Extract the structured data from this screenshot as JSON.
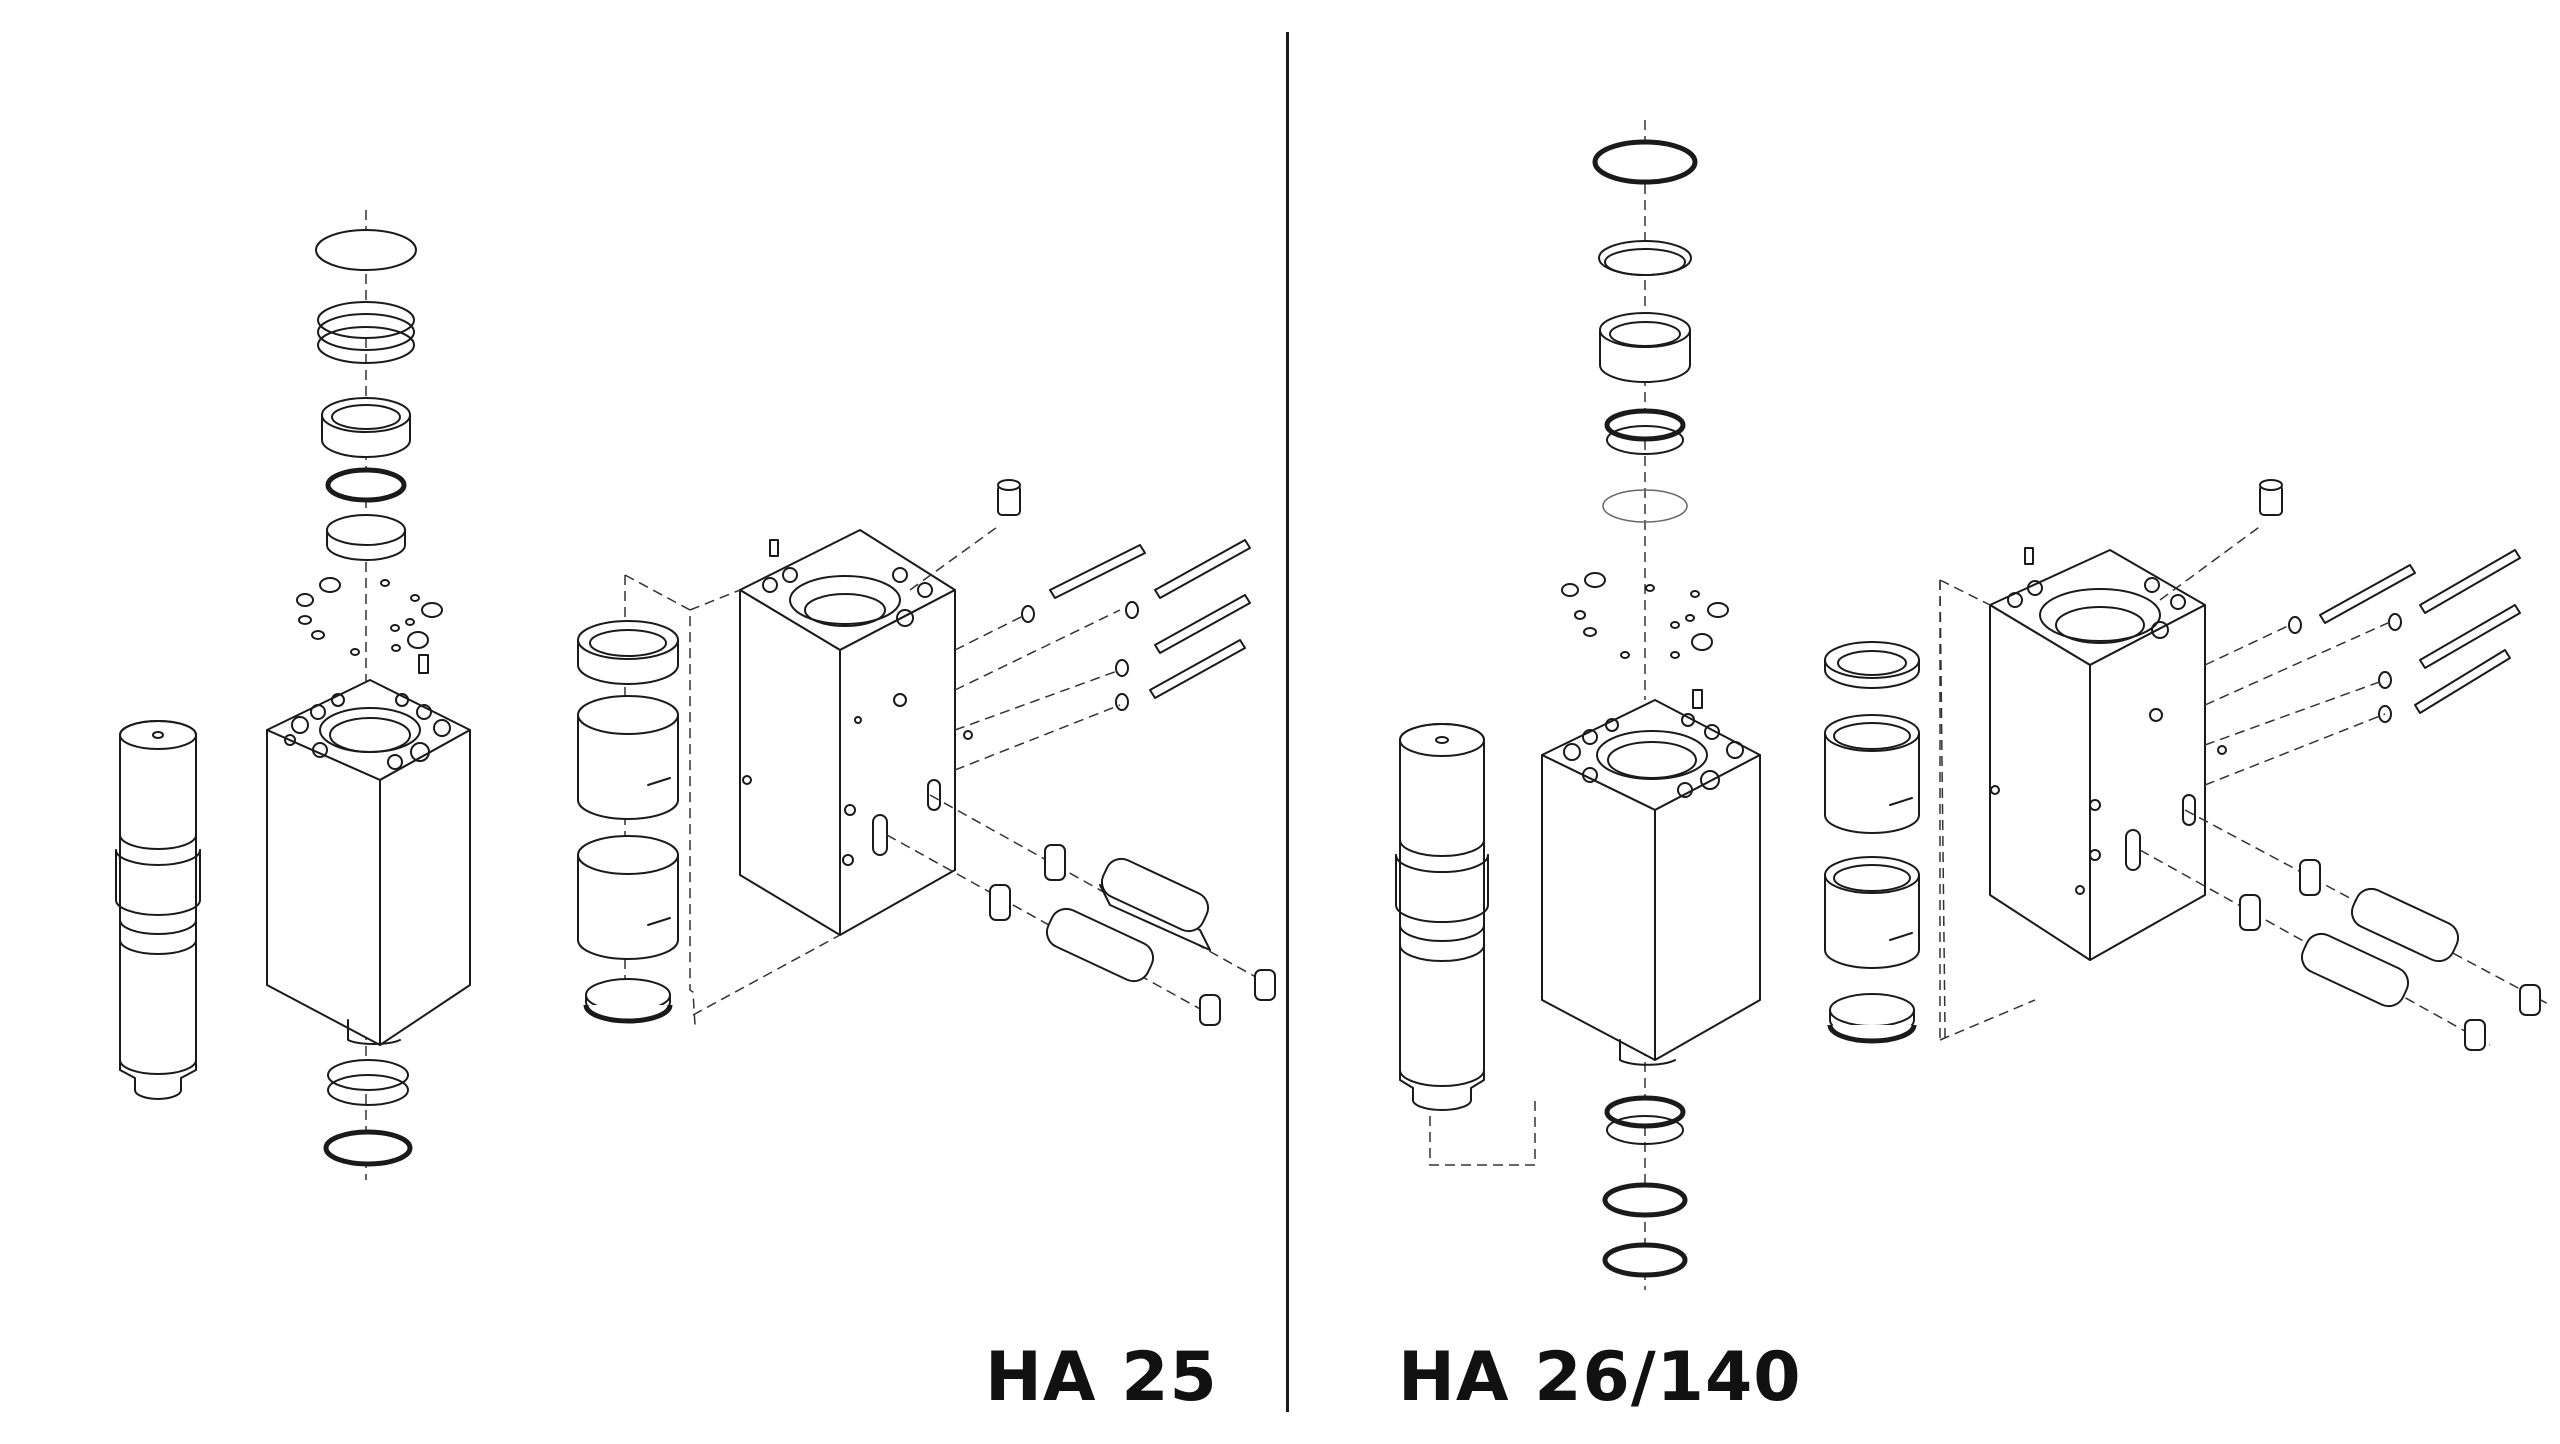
{
  "models": [
    {
      "id": "left",
      "label": "HA 25"
    },
    {
      "id": "right",
      "label": "HA 26/140"
    }
  ],
  "colors": {
    "line": "#1a1a1a",
    "background": "#ffffff",
    "text": "#111111"
  }
}
